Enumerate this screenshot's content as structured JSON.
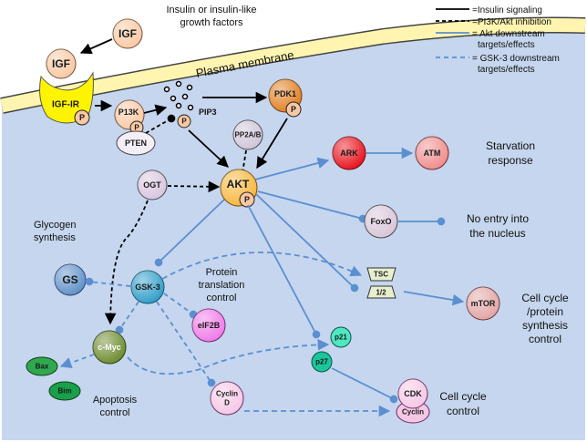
{
  "colors": {
    "background": "#c5d6ee",
    "insulin_line": "#000000",
    "akt_line": "#5b8fd1",
    "igf": "#f9c8a3",
    "receptor": "#fff400",
    "pi3k": "#f9c8a3",
    "pdk1": "#e07d1f",
    "akt": "#f7b53a",
    "ark": "#e8101a",
    "atm": "#f08b8b",
    "foxo": "#d8c4d8",
    "mtor": "#e3a4a4",
    "gsk3": "#2f9cc9",
    "gs": "#5d8fc7",
    "cmyc": "#6b8a2b",
    "bax": "#2fa84f",
    "bim": "#19a04a",
    "eif2b": "#f078e8",
    "p21": "#4ee8c0",
    "p27": "#19c79a",
    "cdk": "#f5c7e6"
  },
  "labels": {
    "insulin_text_line1": "Insulin or insulin-like",
    "insulin_text_line2": "growth factors",
    "plasma_membrane": "Plasma membrane",
    "pip3": "PIP3",
    "starvation_line1": "Starvation",
    "starvation_line2": "response",
    "no_entry_line1": "No entry into",
    "no_entry_line2": "the nucleus",
    "glycogen_line1": "Glycogen",
    "glycogen_line2": "synthesis",
    "protein_line1": "Protein",
    "protein_line2": "translation",
    "protein_line3": "control",
    "cellcycle_protein_line1": "Cell cycle",
    "cellcycle_protein_line2": "/protein",
    "cellcycle_protein_line3": "synthesis",
    "cellcycle_protein_line4": "control",
    "apoptosis_line1": "Apoptosis",
    "apoptosis_line2": "control",
    "cellcycle_line1": "Cell cycle",
    "cellcycle_line2": "control"
  },
  "nodes": {
    "igf_free": "IGF",
    "igf_bound": "IGF",
    "igf_ir": "IGF-IR",
    "p_marker": "P",
    "pi3k": "P13K",
    "pdk1": "PDK1",
    "pten": "PTEN",
    "pp2a": "PP2A/B",
    "akt": "AKT",
    "ogt": "OGT",
    "ark": "ARK",
    "atm": "ATM",
    "foxo": "FoxO",
    "tsc_top": "TSC",
    "tsc_bottom": "1/2",
    "mtor": "mTOR",
    "gs": "GS",
    "gsk3": "GSK-3",
    "eif2b": "eIF2B",
    "cmyc": "c-Myc",
    "bax": "Bax",
    "bim": "Bim",
    "p21": "p21",
    "p27": "p27",
    "cyclin_d_line1": "Cyclin",
    "cyclin_d_line2": "D",
    "cdk": "CDK",
    "cyclin": "Cyclin"
  },
  "legend": {
    "insulin_signaling": "=Insulin signaling",
    "pi3k_inhibition": "=PI3K/Akt inhibition",
    "akt_targets_line1": "= Akt downstream",
    "akt_targets_line2": "targets/effects",
    "gsk3_targets_line1": "= GSK-3 downstream",
    "gsk3_targets_line2": "targets/effects"
  }
}
